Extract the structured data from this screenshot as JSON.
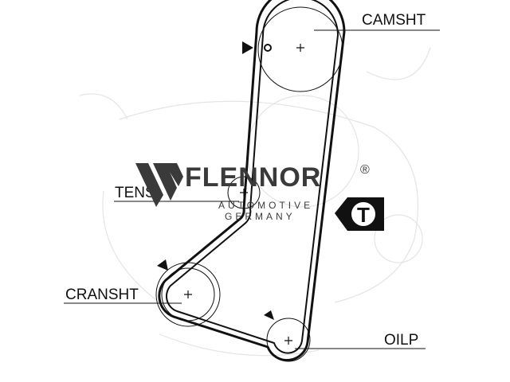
{
  "labels": {
    "camshaft": "CAMSHT",
    "tensioner": "TENS",
    "crankshaft": "CRANSHT",
    "oil_pump": "OILP"
  },
  "brand": {
    "name": "FLENNOR",
    "registered": "®",
    "line1": "AUTOMOTIVE",
    "line2": "GERMANY"
  },
  "tensioner_badge": "T",
  "colors": {
    "belt": "#111111",
    "brand": "#3a3a3a",
    "watermark": "#e4e4e4"
  },
  "icons": [
    "timing-mark-arrow-icon",
    "tensioner-badge-icon",
    "pulley-center-cross-icon"
  ]
}
